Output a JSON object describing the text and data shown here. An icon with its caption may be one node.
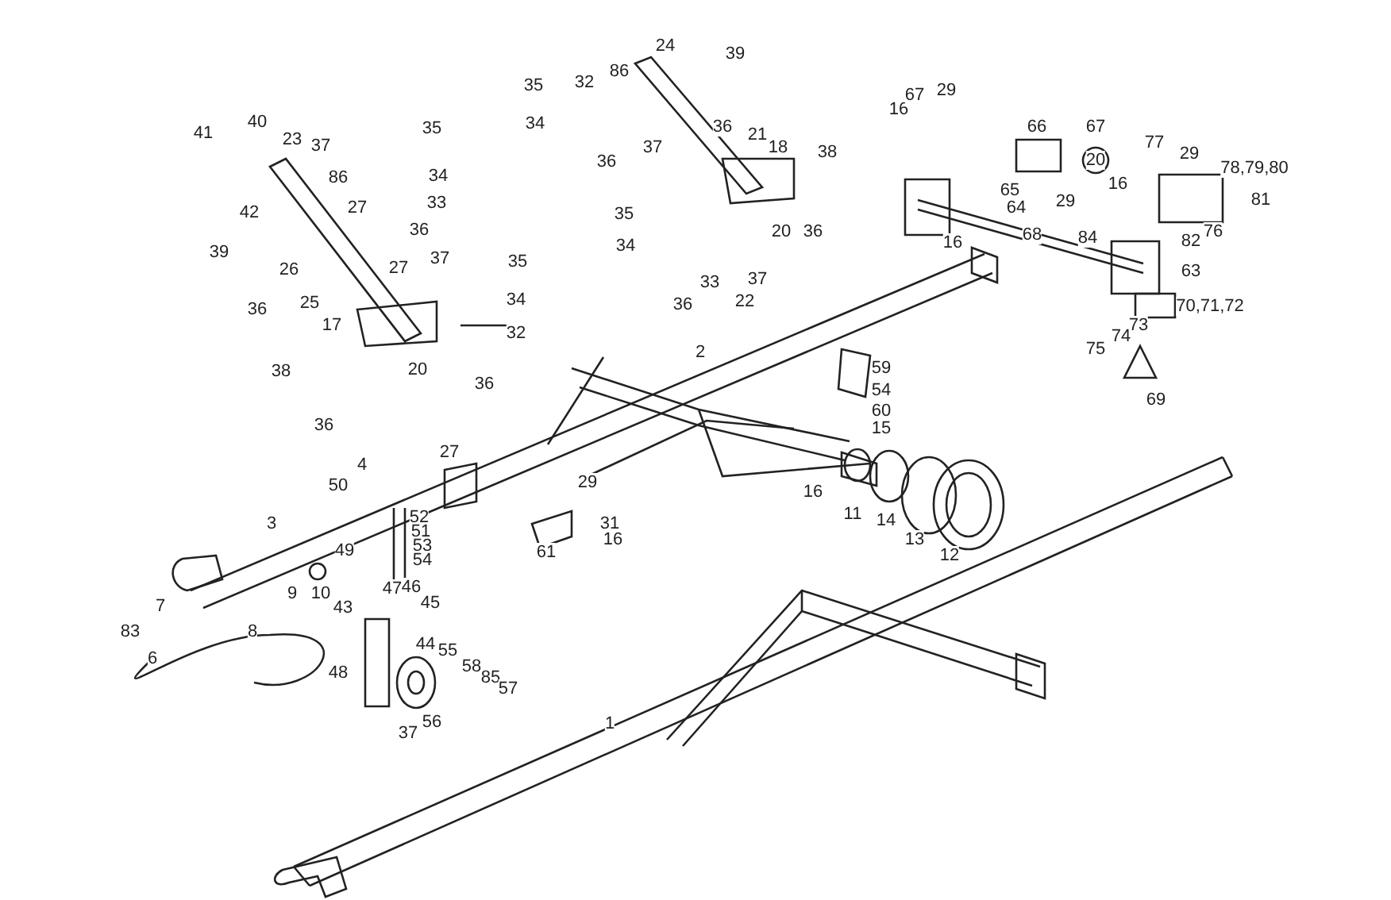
{
  "diagram": {
    "labels": [
      "24",
      "39",
      "35",
      "32",
      "86",
      "34",
      "36",
      "37",
      "36",
      "21",
      "18",
      "38",
      "35",
      "20",
      "34",
      "36",
      "37",
      "33",
      "36",
      "22",
      "41",
      "40",
      "23",
      "37",
      "35",
      "86",
      "34",
      "42",
      "27",
      "33",
      "36",
      "39",
      "26",
      "27",
      "37",
      "35",
      "36",
      "25",
      "34",
      "17",
      "32",
      "38",
      "20",
      "36",
      "36",
      "27",
      "4",
      "16",
      "67",
      "29",
      "66",
      "67",
      "20",
      "77",
      "29",
      "78,79,80",
      "65",
      "64",
      "29",
      "16",
      "81",
      "84",
      "82",
      "76",
      "68",
      "16",
      "63",
      "70,71,72",
      "73",
      "75",
      "74",
      "69",
      "2",
      "59",
      "54",
      "60",
      "15",
      "29",
      "16",
      "11",
      "14",
      "31",
      "16",
      "13",
      "12",
      "61",
      "50",
      "52",
      "3",
      "51",
      "53",
      "49",
      "54",
      "10",
      "47",
      "46",
      "45",
      "7",
      "9",
      "8",
      "43",
      "83",
      "44",
      "55",
      "6",
      "58",
      "85",
      "57",
      "48",
      "56",
      "37",
      "1"
    ]
  }
}
